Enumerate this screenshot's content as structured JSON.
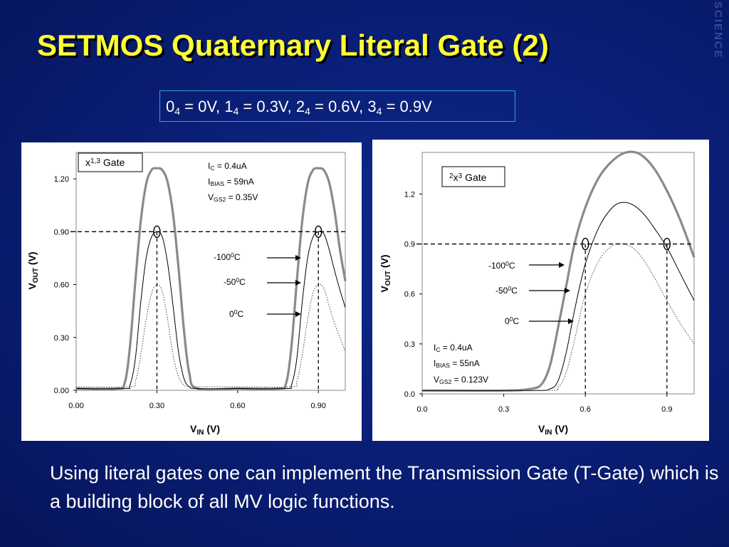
{
  "slide": {
    "title": "SETMOS Quaternary Literal Gate (2)",
    "deco_text": "SCIENCE",
    "logic_values": {
      "v0": {
        "digit": "0",
        "sub": "4",
        "value": " = 0V, "
      },
      "v1": {
        "digit": "1",
        "sub": "4",
        "value": " = 0.3V, "
      },
      "v2": {
        "digit": "2",
        "sub": "4",
        "value": " = 0.6V, "
      },
      "v3": {
        "digit": "3",
        "sub": "4",
        "value": " = 0.9V"
      }
    },
    "footer": "Using literal gates one can implement the Transmission Gate (T-Gate) which is a building block of all MV logic functions.",
    "colors": {
      "title": "#ffff33",
      "background": "#0a1f78",
      "box_border": "#2fa6c8"
    }
  },
  "chart_data": [
    {
      "type": "line",
      "gate_label": {
        "pre": "x",
        "sup": "1,3",
        "post": " Gate"
      },
      "params": {
        "ic": {
          "main": "I",
          "sub": "C",
          "rest": " = 0.4uA"
        },
        "ibias": {
          "main": "I",
          "sub": "BIAS",
          "rest": " = 59nA"
        },
        "vgs2": {
          "main": "V",
          "sub": "GS2",
          "rest": " = 0.35V"
        }
      },
      "xlabel": {
        "main": "V",
        "sub": "IN",
        "rest": " (V)"
      },
      "ylabel": {
        "main": "V",
        "sub": "OUT",
        "rest": " (V)"
      },
      "xlim": [
        0,
        1.0
      ],
      "ylim": [
        0,
        1.35
      ],
      "x_ticks": [
        0.0,
        0.3,
        0.6,
        0.9
      ],
      "x_tick_labels": [
        "0.00",
        "0.30",
        "0.60",
        "0.90"
      ],
      "y_ticks": [
        0.0,
        0.3,
        0.6,
        0.9,
        1.2
      ],
      "y_tick_labels": [
        "0.00",
        "0.30",
        "0.60",
        "0.90",
        "1.20"
      ],
      "reference_line_y": 0.9,
      "marker_points": [
        [
          0.3,
          0.9
        ],
        [
          0.9,
          0.9
        ]
      ],
      "series_labels": [
        {
          "text": "-100",
          "sup": "0",
          "unit": "C"
        },
        {
          "text": "-50",
          "sup": "0",
          "unit": "C"
        },
        {
          "text": "0",
          "sup": "0",
          "unit": "C"
        }
      ],
      "series": [
        {
          "style": "thick-gray",
          "x": [
            0.0,
            0.15,
            0.18,
            0.2,
            0.22,
            0.24,
            0.26,
            0.28,
            0.3,
            0.32,
            0.34,
            0.36,
            0.38,
            0.4,
            0.42,
            0.45,
            0.6,
            0.75,
            0.78,
            0.8,
            0.82,
            0.84,
            0.86,
            0.88,
            0.9,
            0.92,
            0.94,
            0.96,
            0.98,
            1.0
          ],
          "y": [
            0.01,
            0.01,
            0.04,
            0.25,
            0.62,
            0.96,
            1.17,
            1.25,
            1.26,
            1.25,
            1.18,
            1.0,
            0.7,
            0.35,
            0.1,
            0.01,
            0.01,
            0.01,
            0.04,
            0.25,
            0.62,
            0.96,
            1.17,
            1.25,
            1.26,
            1.25,
            1.18,
            1.02,
            0.8,
            0.62
          ]
        },
        {
          "style": "thin-solid",
          "x": [
            0.0,
            0.18,
            0.2,
            0.22,
            0.24,
            0.26,
            0.28,
            0.3,
            0.32,
            0.34,
            0.36,
            0.38,
            0.4,
            0.42,
            0.45,
            0.6,
            0.78,
            0.8,
            0.82,
            0.84,
            0.86,
            0.88,
            0.9,
            0.92,
            0.94,
            0.96,
            0.98,
            1.0
          ],
          "y": [
            0.01,
            0.01,
            0.03,
            0.18,
            0.5,
            0.75,
            0.87,
            0.9,
            0.87,
            0.72,
            0.48,
            0.22,
            0.07,
            0.02,
            0.01,
            0.01,
            0.01,
            0.03,
            0.18,
            0.5,
            0.75,
            0.87,
            0.9,
            0.89,
            0.8,
            0.68,
            0.57,
            0.47
          ]
        },
        {
          "style": "thin-dotted",
          "x": [
            0.0,
            0.2,
            0.22,
            0.24,
            0.26,
            0.28,
            0.3,
            0.32,
            0.34,
            0.36,
            0.38,
            0.4,
            0.42,
            0.45,
            0.6,
            0.8,
            0.82,
            0.84,
            0.86,
            0.88,
            0.9,
            0.92,
            0.94,
            0.96,
            0.98,
            1.0
          ],
          "y": [
            0.02,
            0.02,
            0.05,
            0.2,
            0.4,
            0.55,
            0.6,
            0.56,
            0.4,
            0.2,
            0.08,
            0.03,
            0.02,
            0.02,
            0.02,
            0.02,
            0.05,
            0.2,
            0.4,
            0.55,
            0.6,
            0.58,
            0.48,
            0.38,
            0.3,
            0.22
          ]
        }
      ]
    },
    {
      "type": "line",
      "gate_label": {
        "pre": "",
        "sup": "2",
        "post": "x",
        "sup2": "3",
        "post2": " Gate"
      },
      "params": {
        "ic": {
          "main": "I",
          "sub": "C",
          "rest": " = 0.4uA"
        },
        "ibias": {
          "main": "I",
          "sub": "BIAS",
          "rest": " = 55nA"
        },
        "vgs2": {
          "main": "V",
          "sub": "GS2",
          "rest": " = 0.123V"
        }
      },
      "xlabel": {
        "main": "V",
        "sub": "IN",
        "rest": " (V)"
      },
      "ylabel": {
        "main": "V",
        "sub": "OUT",
        "rest": " (V)"
      },
      "xlim": [
        0,
        1.0
      ],
      "ylim": [
        0,
        1.45
      ],
      "x_ticks": [
        0.0,
        0.3,
        0.6,
        0.9
      ],
      "x_tick_labels": [
        "0.0",
        "0.3",
        "0.6",
        "0.9"
      ],
      "y_ticks": [
        0.0,
        0.3,
        0.6,
        0.9,
        1.2
      ],
      "y_tick_labels": [
        "0.0",
        "0.3",
        "0.6",
        "0.9",
        "1.2"
      ],
      "reference_line_y": 0.9,
      "marker_points": [
        [
          0.6,
          0.9
        ],
        [
          0.9,
          0.9
        ]
      ],
      "series_labels": [
        {
          "text": "-100",
          "sup": "0",
          "unit": "C"
        },
        {
          "text": "-50",
          "sup": "0",
          "unit": "C"
        },
        {
          "text": "0",
          "sup": "0",
          "unit": "C"
        }
      ],
      "series": [
        {
          "style": "thick-gray",
          "x": [
            0.0,
            0.3,
            0.4,
            0.44,
            0.47,
            0.5,
            0.53,
            0.56,
            0.6,
            0.65,
            0.7,
            0.75,
            0.8,
            0.85,
            0.9,
            0.95,
            1.0
          ],
          "y": [
            0.02,
            0.02,
            0.03,
            0.06,
            0.17,
            0.4,
            0.65,
            0.9,
            1.12,
            1.3,
            1.4,
            1.45,
            1.44,
            1.36,
            1.22,
            1.04,
            0.82
          ]
        },
        {
          "style": "thin-solid",
          "x": [
            0.0,
            0.4,
            0.47,
            0.5,
            0.53,
            0.56,
            0.6,
            0.65,
            0.7,
            0.74,
            0.78,
            0.82,
            0.86,
            0.9,
            0.95,
            1.0
          ],
          "y": [
            0.02,
            0.02,
            0.03,
            0.08,
            0.25,
            0.5,
            0.78,
            1.0,
            1.12,
            1.15,
            1.13,
            1.07,
            0.98,
            0.88,
            0.72,
            0.56
          ]
        },
        {
          "style": "thin-dotted",
          "x": [
            0.0,
            0.45,
            0.5,
            0.53,
            0.56,
            0.6,
            0.65,
            0.7,
            0.74,
            0.78,
            0.82,
            0.86,
            0.9,
            0.95,
            1.0
          ],
          "y": [
            0.02,
            0.02,
            0.04,
            0.13,
            0.32,
            0.6,
            0.8,
            0.89,
            0.9,
            0.87,
            0.79,
            0.68,
            0.56,
            0.42,
            0.3
          ]
        }
      ]
    }
  ]
}
